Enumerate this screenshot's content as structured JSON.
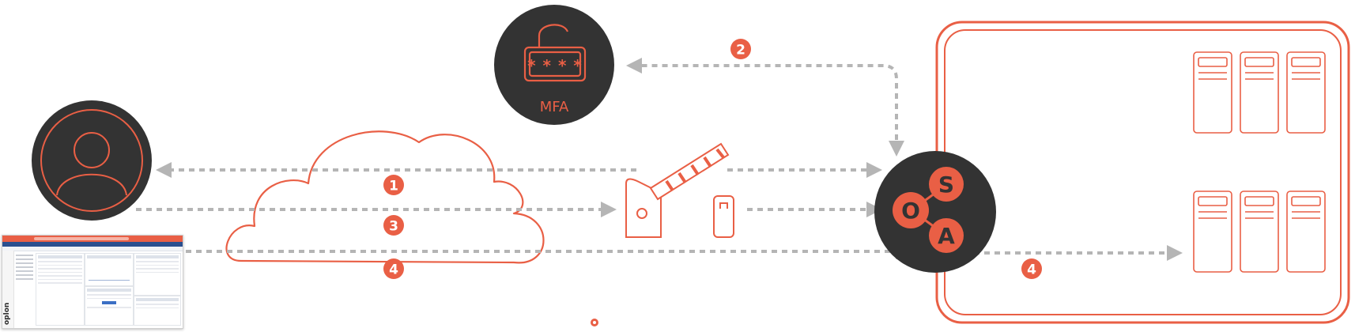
{
  "diagram": {
    "mfa_label": "MFA",
    "pin_chars": "* * * *",
    "step_1": "1",
    "step_2": "2",
    "step_3": "3",
    "step_4a": "4",
    "step_4b": "4",
    "soa_s": "S",
    "soa_o": "O",
    "soa_a": "A",
    "client_logo": "oplon"
  },
  "colors": {
    "accent": "#e95f45",
    "dark": "#333333",
    "arrow": "#b5b5b5",
    "white": "#ffffff"
  },
  "icons": [
    "user-icon",
    "padlock-icon",
    "cloud-icon",
    "barrier-gate-icon",
    "server-icon",
    "browser-window-icon"
  ]
}
